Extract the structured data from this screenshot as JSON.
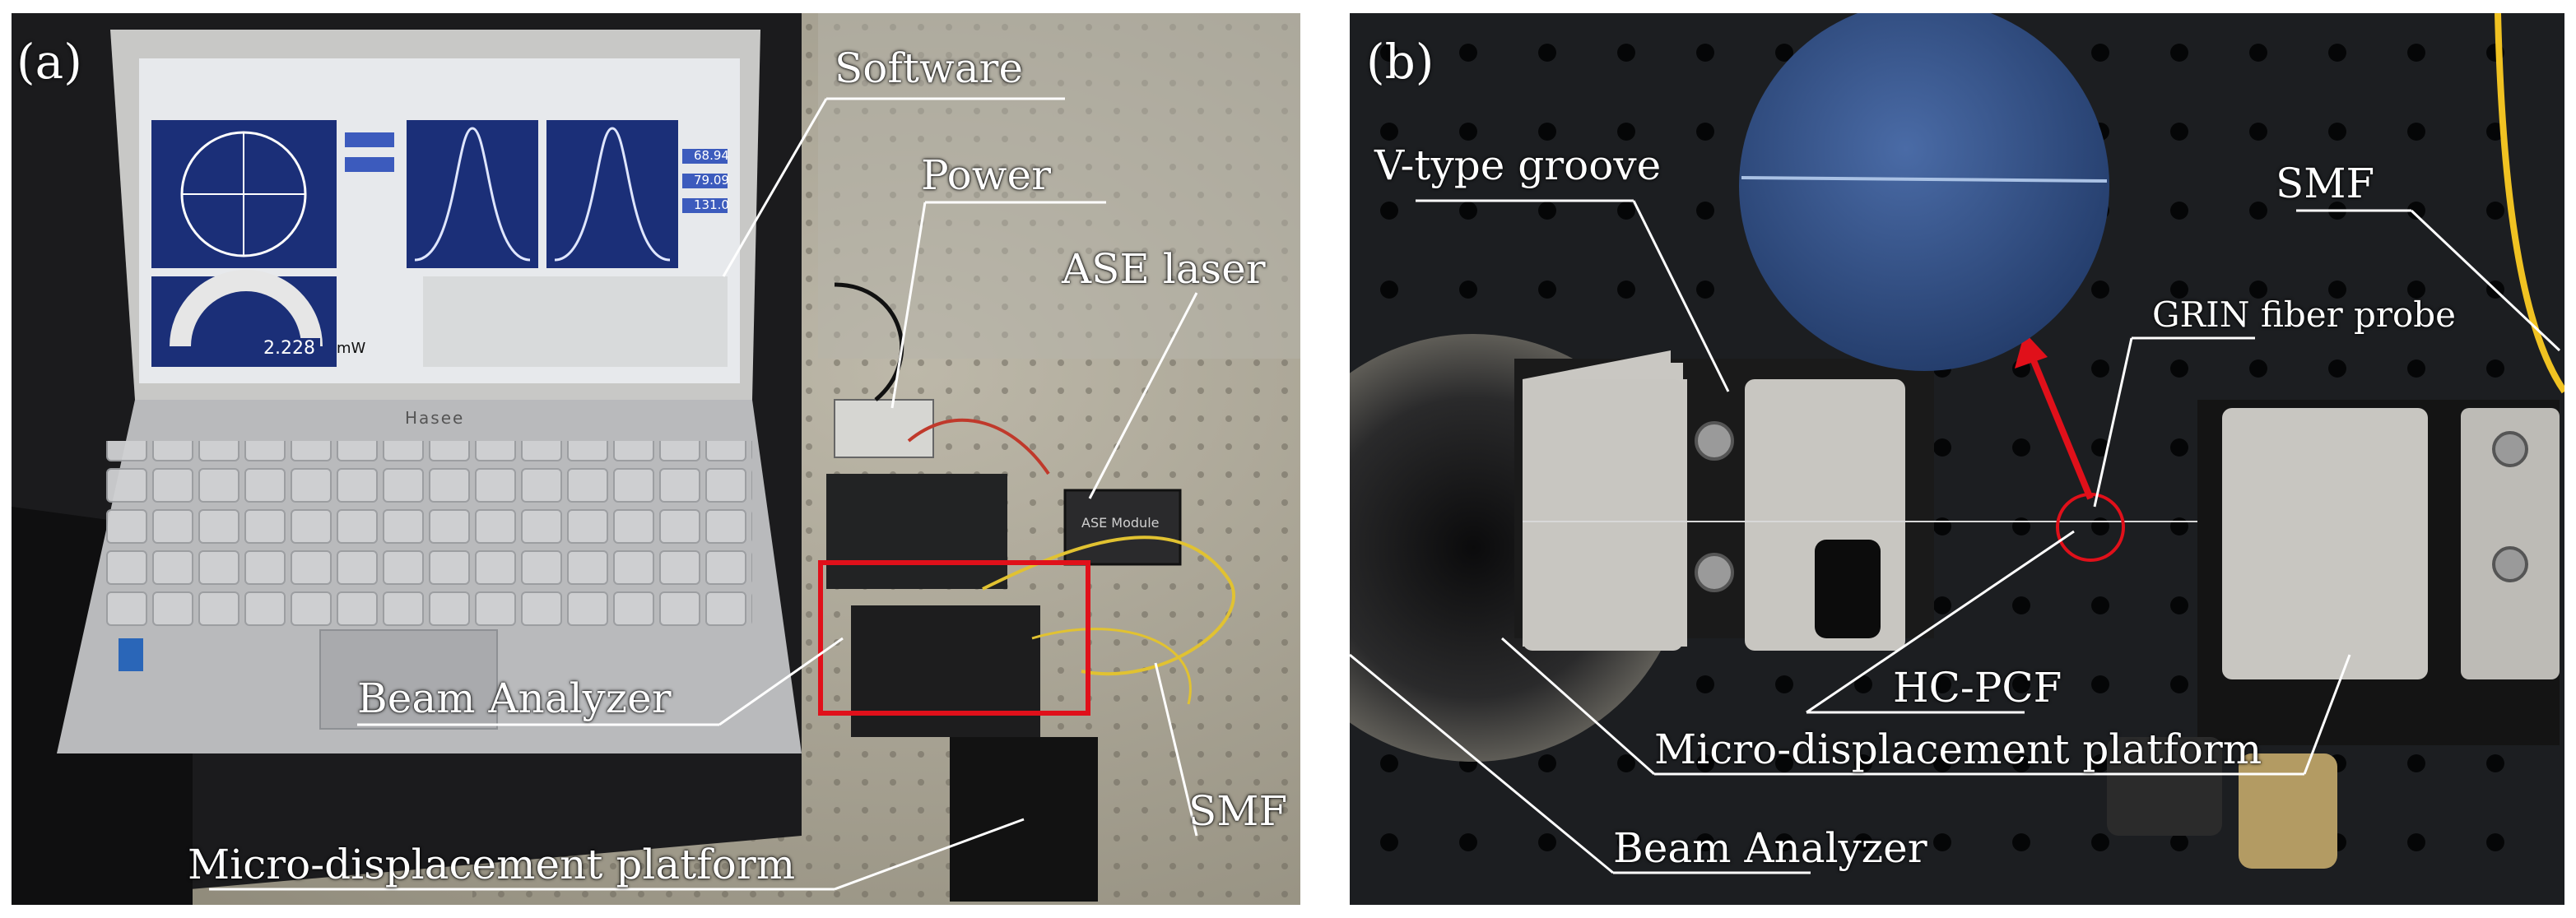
{
  "panel_a": {
    "tag": "(a)",
    "labels": {
      "software": "Software",
      "power": "Power",
      "ase_laser": "ASE laser",
      "beam_analyzer": "Beam Analyzer",
      "smf": "SMF",
      "micro_platform": "Micro-displacement platform"
    },
    "screen": {
      "readout": "2.228",
      "unit": "mW",
      "values": [
        "68.94",
        "79.09",
        "131.0"
      ]
    },
    "laptop_brand": "Hasee",
    "device_label": "ASE Module"
  },
  "panel_b": {
    "tag": "(b)",
    "labels": {
      "v_groove": "V-type groove",
      "smf": "SMF",
      "grin_probe": "GRIN fiber probe",
      "hc_pcf": "HC-PCF",
      "micro_platform": "Micro-displacement platform",
      "beam_analyzer": "Beam Analyzer"
    }
  },
  "colors": {
    "highlight_box": "#e0101a",
    "zoom_arrow": "#e0101a",
    "callout_line": "#ffffff",
    "inset": "#2f4f86"
  }
}
